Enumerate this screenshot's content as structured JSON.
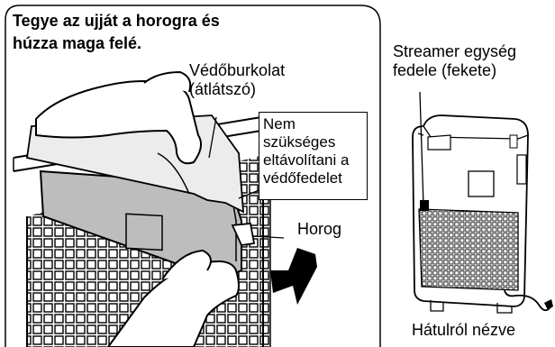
{
  "instruction": {
    "line1": "Tegye az ujját a horogra és",
    "line2": "húzza maga felé."
  },
  "labels": {
    "cover": [
      "Védőburkolat",
      "(átlátszó)"
    ],
    "note": [
      "Nem",
      "szükséges",
      "eltávolítani a",
      "védőfedelet"
    ],
    "hook": "Horog",
    "streamer": [
      "Streamer egység",
      "fedele (fekete)"
    ],
    "view": "Hátulról nézve"
  },
  "colors": {
    "line": "#000000",
    "grille": "#ffffff",
    "filter_panel": "#bfbfbf",
    "arrow": "#000000"
  }
}
